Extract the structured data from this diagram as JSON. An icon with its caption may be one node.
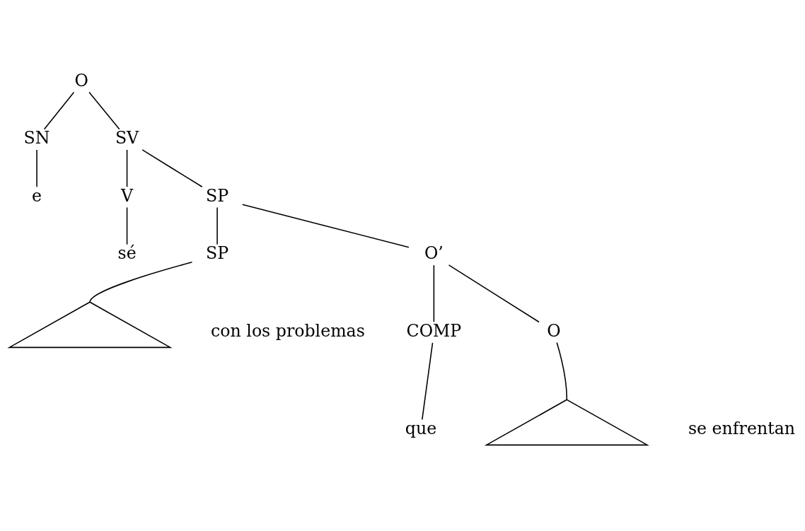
{
  "diagram": {
    "nodes": [
      {
        "text": [
          "O"
        ]
      },
      {
        "text": [
          "SN"
        ]
      },
      {
        "text": [
          "SV"
        ]
      },
      {
        "text": [
          "e"
        ]
      },
      {
        "text": [
          "V"
        ]
      },
      {
        "text": [
          "SP"
        ]
      },
      {
        "text": [
          "sé"
        ]
      },
      {
        "text": [
          "SP"
        ]
      },
      {
        "text": [
          "O’"
        ]
      },
      {
        "text": [],
        "shape": "triangle"
      },
      {
        "text": [
          "con los problemas"
        ]
      },
      {
        "text": [
          "COMP"
        ]
      },
      {
        "text": [
          "O"
        ]
      },
      {
        "text": [
          "que"
        ]
      },
      {
        "text": [],
        "shape": "triangle"
      },
      {
        "text": [
          "se enfrentan"
        ]
      }
    ],
    "edges": [
      {
        "from": 0,
        "to": 1,
        "arrow": "none"
      },
      {
        "from": 0,
        "to": 2,
        "arrow": "none"
      },
      {
        "from": 1,
        "to": 3,
        "arrow": "none"
      },
      {
        "from": 2,
        "to": 4,
        "arrow": "none"
      },
      {
        "from": 2,
        "to": 5,
        "arrow": "none"
      },
      {
        "from": 4,
        "to": 6,
        "arrow": "none"
      },
      {
        "from": 5,
        "to": 7,
        "arrow": "none"
      },
      {
        "from": 5,
        "to": 8,
        "arrow": "none"
      },
      {
        "from": 7,
        "to": 9,
        "arrow": "none"
      },
      {
        "from": 8,
        "to": 11,
        "arrow": "none"
      },
      {
        "from": 8,
        "to": 12,
        "arrow": "none"
      },
      {
        "from": 11,
        "to": 13,
        "arrow": "none"
      },
      {
        "from": 12,
        "to": 14,
        "arrow": "none"
      }
    ]
  }
}
